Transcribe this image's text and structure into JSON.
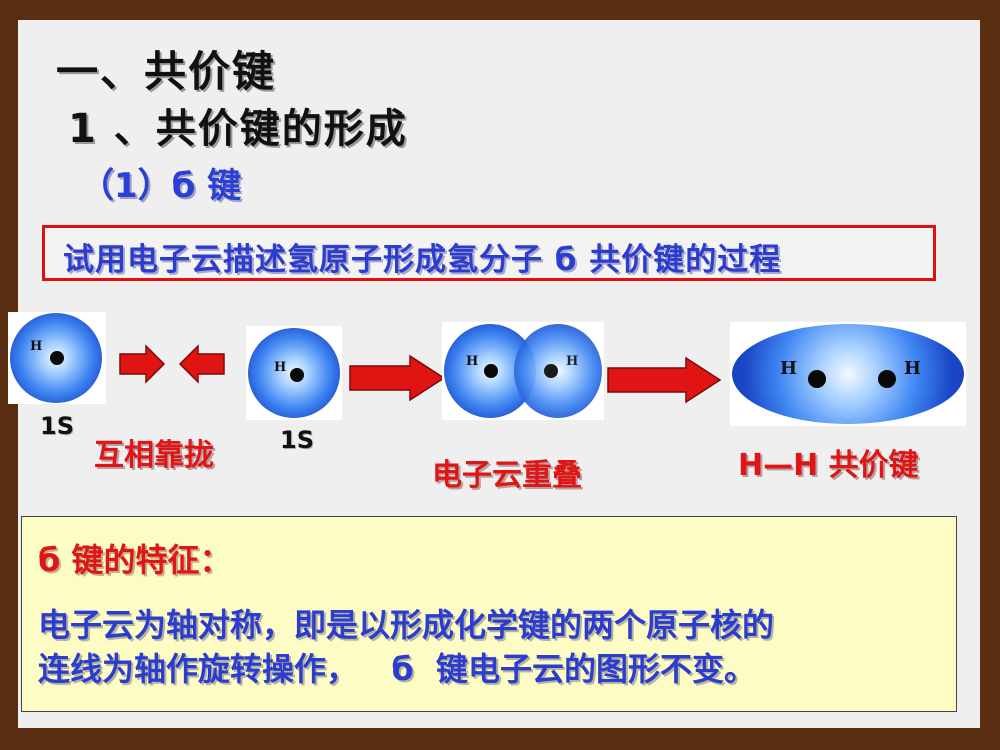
{
  "heading": {
    "section": "一、共价键",
    "subsection": "1 、共价键的形成",
    "item": "（1）б  键"
  },
  "prompt": "试用电子云描述氢原子形成氢分子 б 共价键的过程",
  "diagram": {
    "atom_symbol": "H",
    "orbital_label": "1S",
    "step_approach": "互相靠拢",
    "step_overlap": "电子云重叠",
    "step_bond": "H—H 共价键"
  },
  "features": {
    "title": "б 键的特征：",
    "line1": "电子云为轴对称，即是以形成化学键的两个原子核的",
    "line2": "连线为轴作旋转操作，   б  键电子云的图形不变。"
  },
  "colors": {
    "title": "#111111",
    "blue_text": "#2c3ccf",
    "red_text": "#e01515",
    "frame": "#5a2e10",
    "feature_bg": "#fcfcc4"
  }
}
